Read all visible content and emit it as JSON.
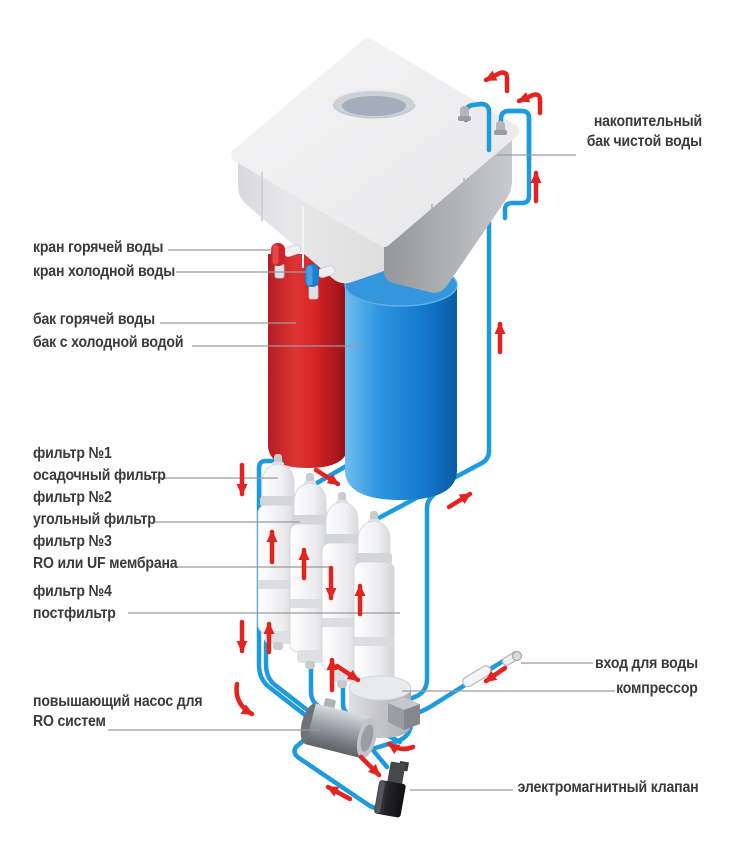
{
  "diagram": {
    "subject": "water purifier flow scheme",
    "labels": {
      "storage_tank": "накопительный бак чистой воды",
      "hot_tap": "кран горячей воды",
      "cold_tap": "кран холодной воды",
      "hot_tank": "бак горячей воды",
      "cold_tank": "бак с холодной водой",
      "filter1_title": "фильтр №1",
      "filter1_name": "осадочный фильтр",
      "filter2_title": "фильтр №2",
      "filter2_name": "угольный фильтр",
      "filter3_title": "фильтр №3",
      "filter3_name": "RO или UF мембрана",
      "filter4_title": "фильтр №4",
      "filter4_name": "постфильтр",
      "pump": "повышающий насос для RO систем",
      "water_inlet": "вход для воды",
      "compressor": "компрессор",
      "valve": "электромагнитный клапан"
    },
    "colors": {
      "pipe_blue": "#1e9ade",
      "arrow_red": "#e3231f",
      "hot_tank_red": "#d42427",
      "cold_tank_blue": "#1878cc",
      "valve_black": "#1c1c1e",
      "label_text": "#3b3b3d",
      "leader_gray": "#9b9b9b",
      "tank_gray": "#e7e7e9"
    }
  }
}
